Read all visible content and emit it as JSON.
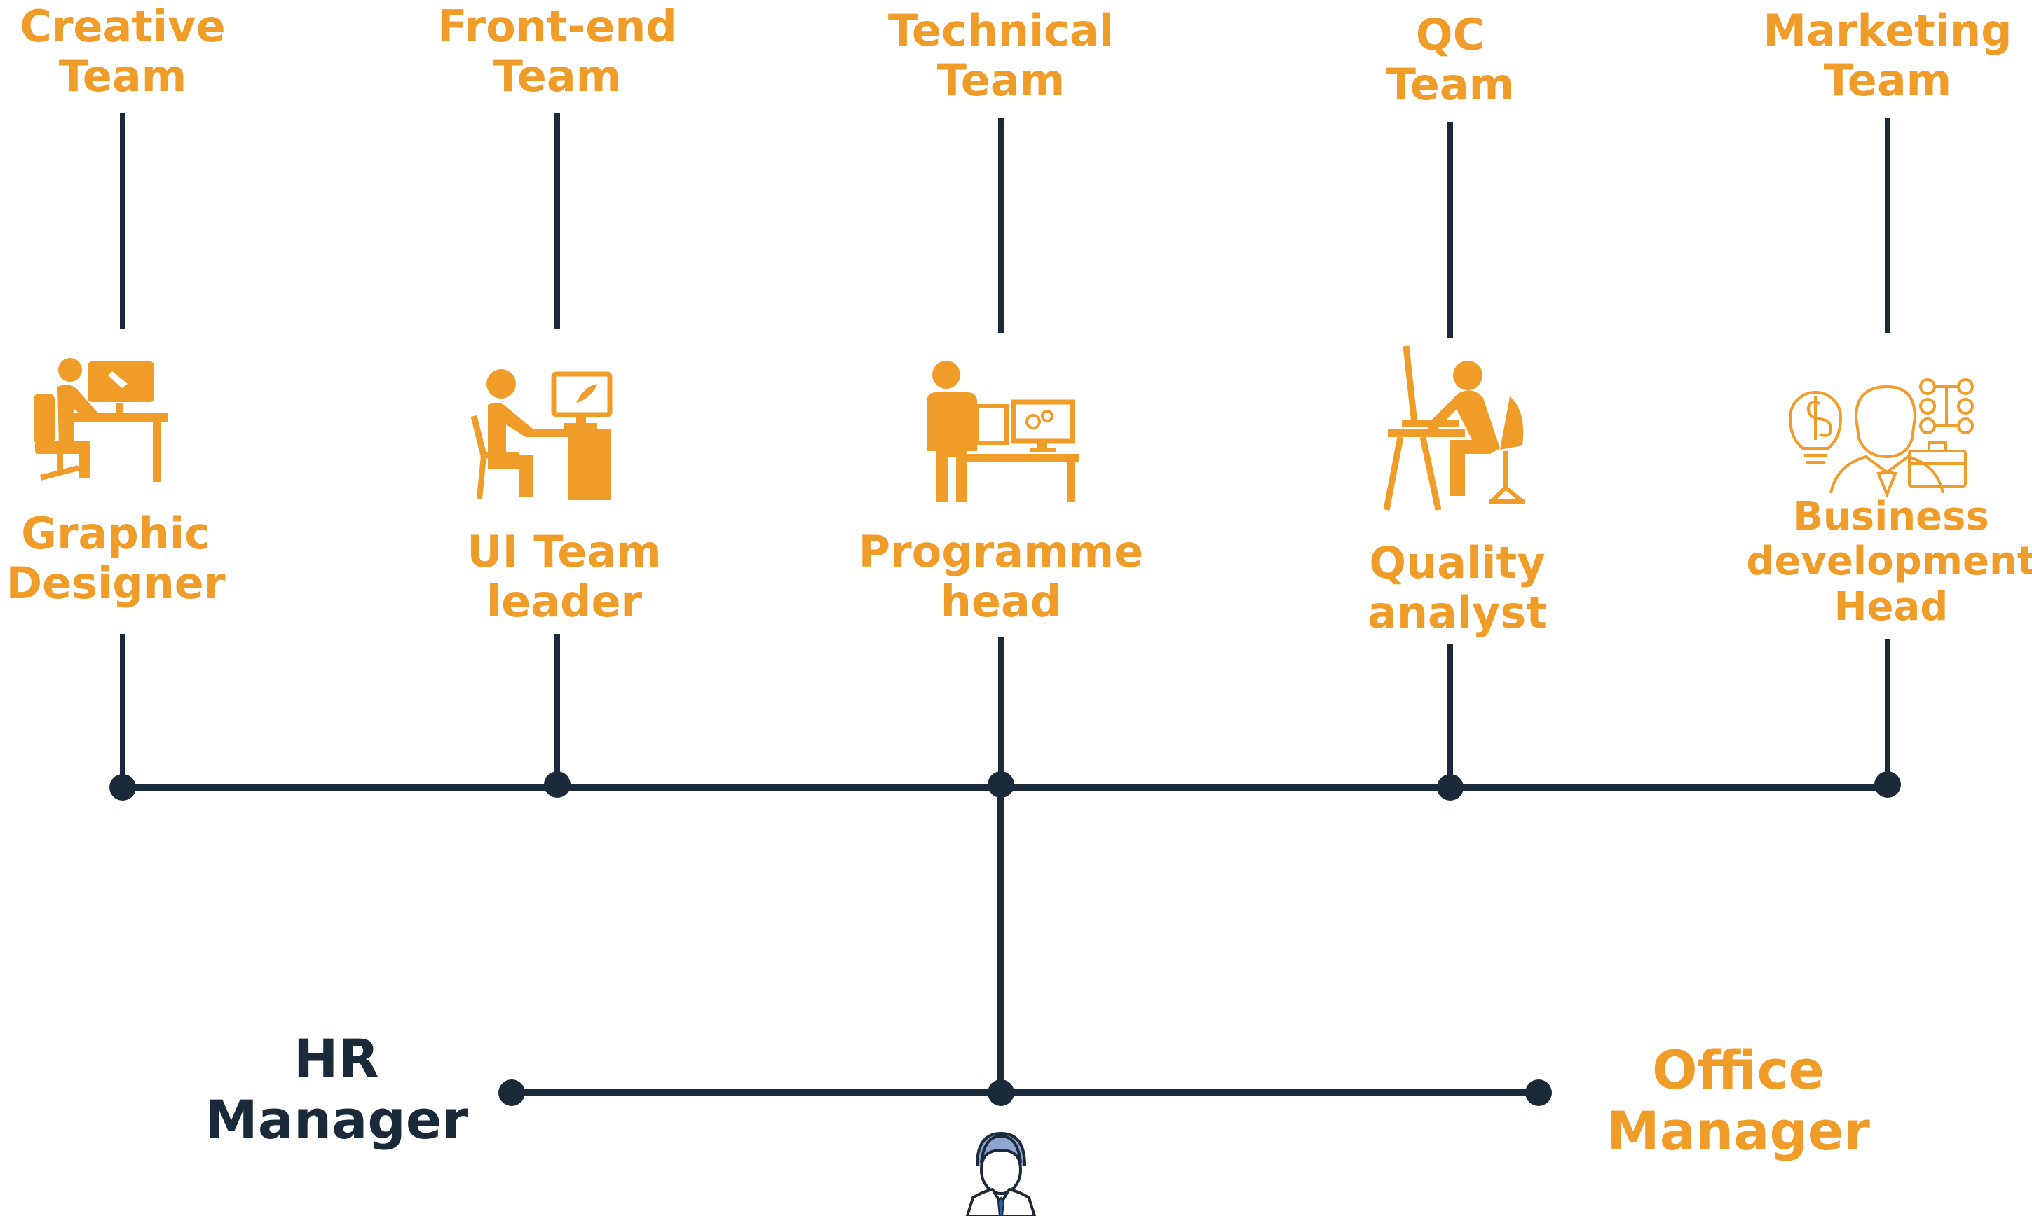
{
  "colors": {
    "accent": "#f09c29",
    "line": "#1b2a3a",
    "background": "#ffffff"
  },
  "teams": [
    {
      "team": [
        "Creative",
        "Team"
      ],
      "role": [
        "Graphic",
        "Designer"
      ],
      "icon": "graphic-designer-icon"
    },
    {
      "team": [
        "Front-end",
        "Team"
      ],
      "role": [
        "UI Team",
        "leader"
      ],
      "icon": "ui-team-leader-icon"
    },
    {
      "team": [
        "Technical",
        "Team"
      ],
      "role": [
        "Programme",
        "head"
      ],
      "icon": "programmer-icon"
    },
    {
      "team": [
        "QC",
        "Team"
      ],
      "role": [
        "Quality",
        "analyst"
      ],
      "icon": "quality-analyst-icon"
    },
    {
      "team": [
        "Marketing",
        "Team"
      ],
      "role": [
        "Business",
        "development",
        "Head"
      ],
      "icon": "business-development-icon"
    }
  ],
  "managers": {
    "hr": [
      "HR",
      "Manager"
    ],
    "office": [
      "Office",
      "Manager"
    ]
  },
  "root_icon": "executive-avatar-icon"
}
